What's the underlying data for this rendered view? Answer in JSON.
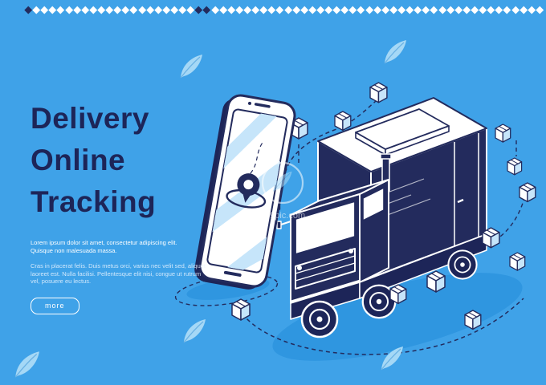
{
  "colors": {
    "bg": "#3fa2e8",
    "navy": "#232b5d",
    "navy_dark": "#1d2558",
    "light_blue": "#c6e5fa",
    "feather_blue": "#a5d8f6",
    "shadow_blue": "#2f96e0"
  },
  "decor": {
    "shape": "diamond",
    "diamond_count": 64,
    "navy_indices": [
      0,
      21,
      22
    ]
  },
  "hero": {
    "title_lines": [
      "Delivery",
      "Online",
      "Tracking"
    ],
    "paragraph_primary": "Lorem ipsum dolor sit amet, consectetur adipiscing elit. Quisque non malesuada massa.",
    "paragraph_secondary": "Cras in placerat felis. Duis metus orci, varius nec velit sed, aliquet laoreet est. Nulla facilisi. Pellentesque elit nisi, congue ut rutrum vel, posuere eu lectus.",
    "more_button_label": "more"
  },
  "watermark": {
    "text": "699pic.com"
  }
}
